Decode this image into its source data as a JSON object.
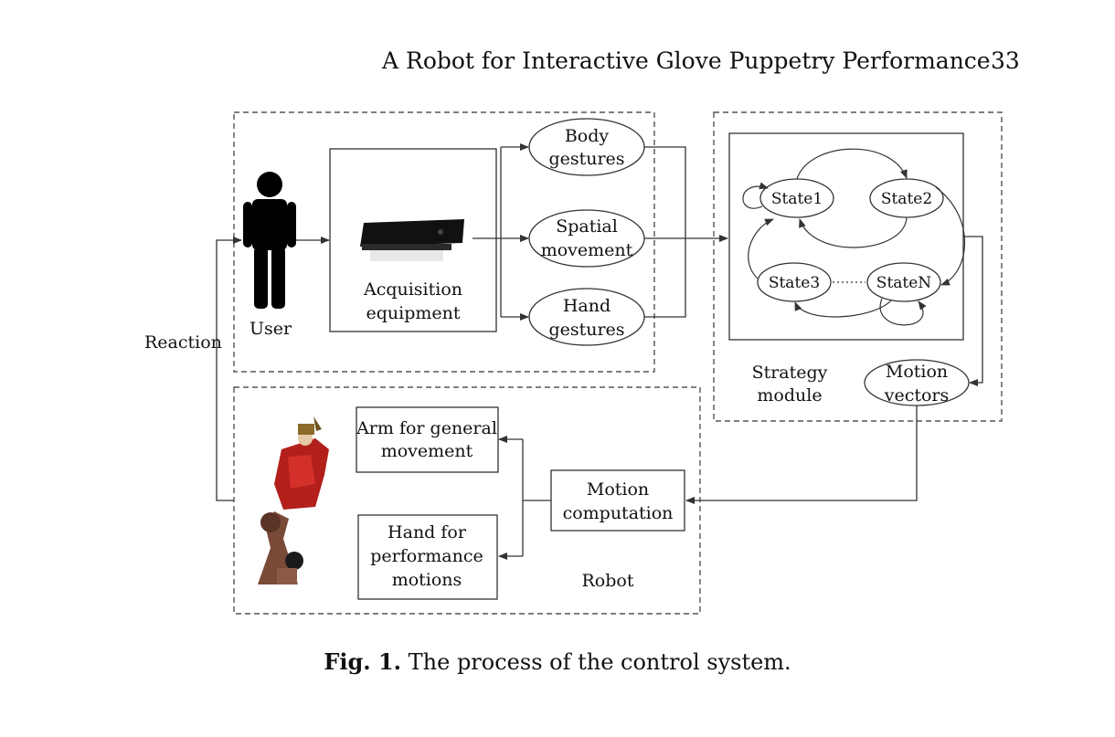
{
  "header": {
    "running_title": "A Robot for Interactive Glove Puppetry Performance",
    "page_number": "33"
  },
  "figure": {
    "user_label": "User",
    "reaction_label": "Reaction",
    "acquisition": [
      "Acquisition",
      "equipment"
    ],
    "body_gestures": [
      "Body",
      "gestures"
    ],
    "spatial_movement": [
      "Spatial",
      "movement"
    ],
    "hand_gestures": [
      "Hand",
      "gestures"
    ],
    "states": {
      "s1": "State1",
      "s2": "State2",
      "s3": "State3",
      "sn": "StateN"
    },
    "strategy_module": [
      "Strategy",
      "module"
    ],
    "motion_vectors": [
      "Motion",
      "vectors"
    ],
    "arm": [
      "Arm for general",
      "movement"
    ],
    "hand": [
      "Hand for",
      "performance",
      "motions"
    ],
    "motion_computation": [
      "Motion",
      "computation"
    ],
    "robot_label": "Robot",
    "caption_label": "Fig. 1.",
    "caption_text": " The process of the control system."
  }
}
